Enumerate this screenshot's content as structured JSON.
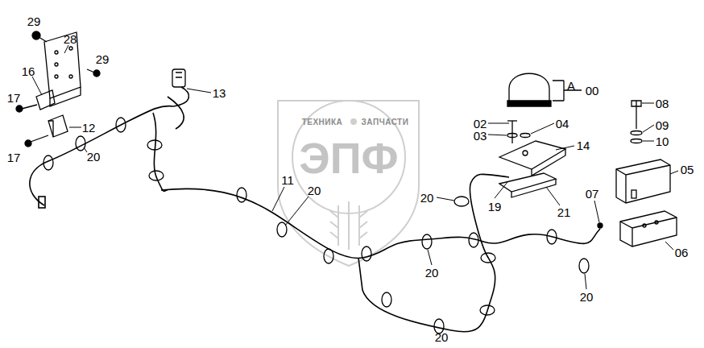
{
  "diagram": {
    "labels": [
      "29",
      "28",
      "29",
      "16",
      "17",
      "12",
      "17",
      "20",
      "13",
      "11",
      "20",
      "ТЕХНИКА",
      "ЗАПЧАСТИ",
      "ЭПФ",
      "A",
      "00",
      "02",
      "04",
      "03",
      "14",
      "08",
      "09",
      "10",
      "05",
      "20",
      "19",
      "21",
      "07",
      "06",
      "20",
      "20",
      "20"
    ]
  }
}
